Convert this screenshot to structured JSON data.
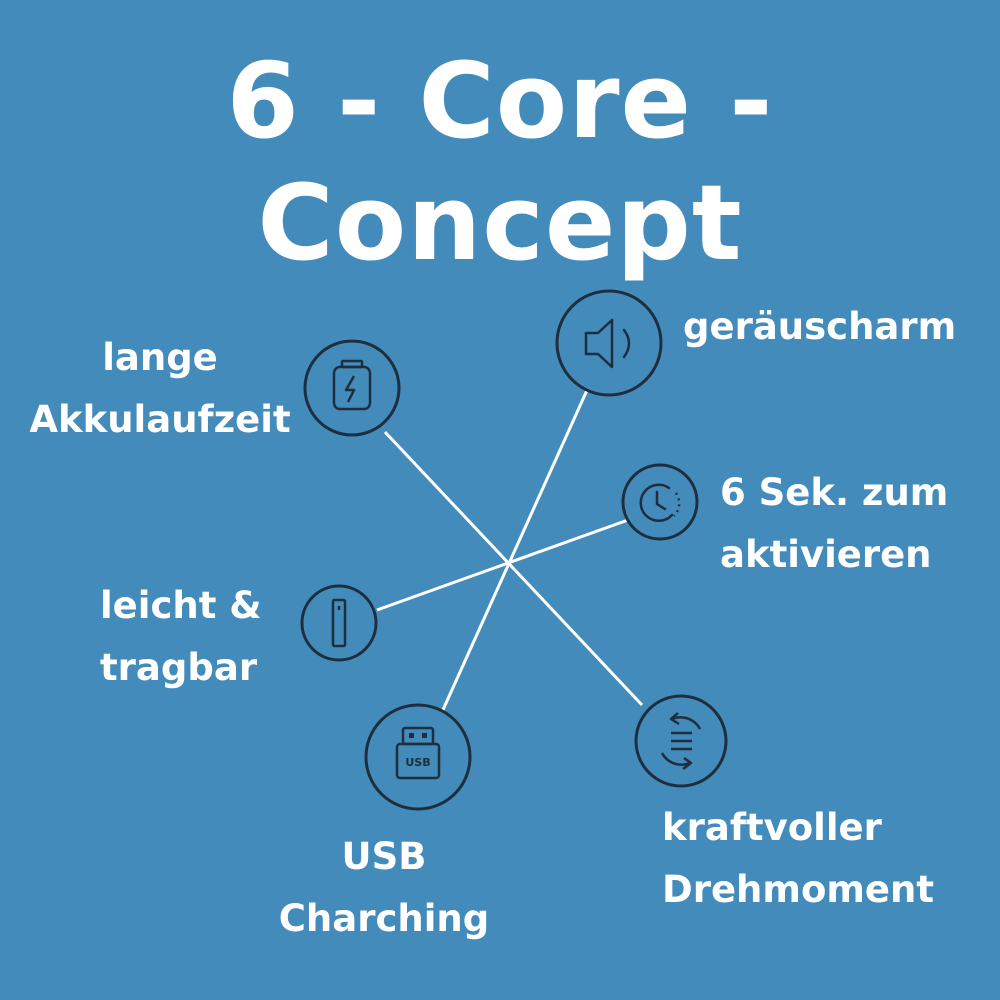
{
  "title": "6 - Core - Concept",
  "colors": {
    "background": "#438bbb",
    "line": "#ffffff",
    "icon_stroke": "#1f2e3d"
  },
  "features": [
    {
      "icon": "battery-icon",
      "line1": "lange",
      "line2": "Akkulaufzeit"
    },
    {
      "icon": "speaker-icon",
      "line1": "geräuscharm"
    },
    {
      "icon": "timer-icon",
      "line1": "6 Sek. zum",
      "line2": "aktivieren"
    },
    {
      "icon": "device-icon",
      "line1": "leicht &",
      "line2": "tragbar"
    },
    {
      "icon": "usb-icon",
      "icon_text": "USB",
      "line1": "USB",
      "line2": "Charching"
    },
    {
      "icon": "torque-icon",
      "line1": "kraftvoller",
      "line2": "Drehmoment"
    }
  ]
}
